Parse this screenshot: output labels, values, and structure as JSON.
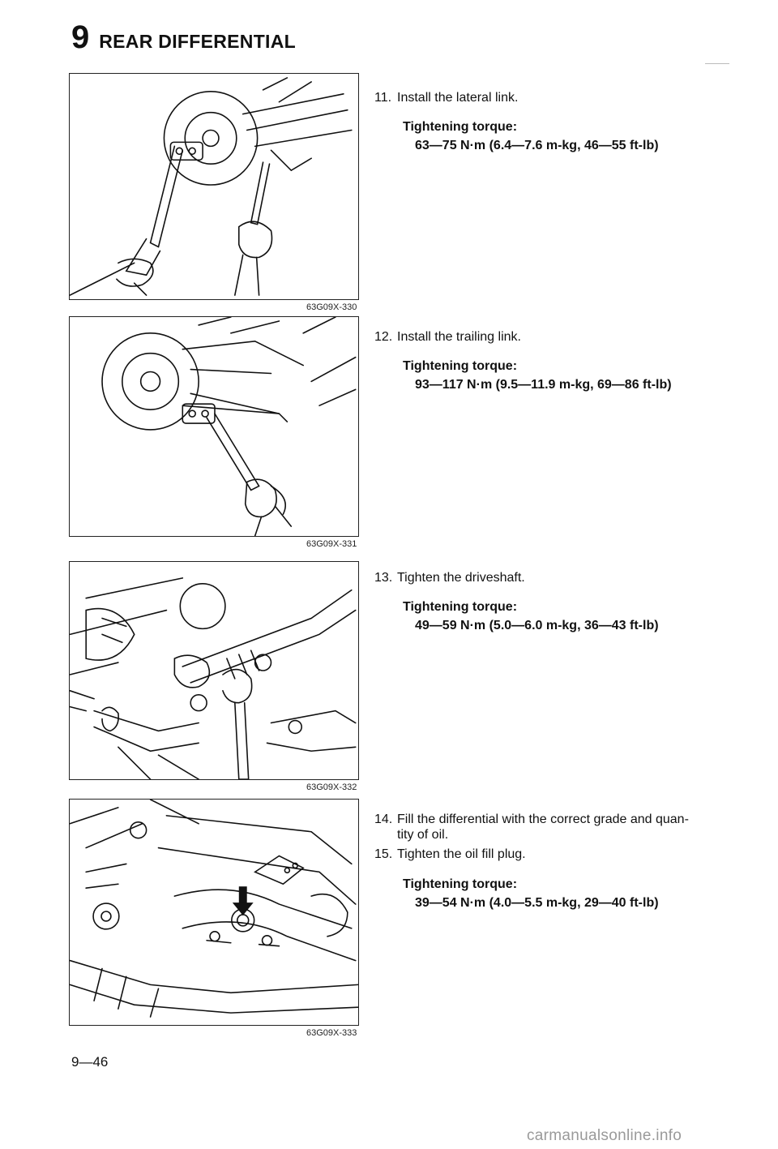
{
  "header": {
    "chapter_number": "9",
    "chapter_title": "REAR DIFFERENTIAL"
  },
  "figures": [
    {
      "code": "63G09X-330"
    },
    {
      "code": "63G09X-331"
    },
    {
      "code": "63G09X-332"
    },
    {
      "code": "63G09X-333"
    }
  ],
  "steps": [
    {
      "number": "11.",
      "text": "Install the lateral link.",
      "torque_label": "Tightening torque:",
      "torque_value": "63—75 N·m (6.4—7.6 m-kg, 46—55 ft-lb)"
    },
    {
      "number": "12.",
      "text": "Install the trailing link.",
      "torque_label": "Tightening torque:",
      "torque_value": "93—117 N·m (9.5—11.9 m-kg, 69—86 ft-lb)"
    },
    {
      "number": "13.",
      "text": "Tighten the driveshaft.",
      "torque_label": "Tightening torque:",
      "torque_value": "49—59 N·m (5.0—6.0 m-kg, 36—43 ft-lb)"
    },
    {
      "number": "14.",
      "text": "Fill the differential with the correct grade and quan-",
      "text_cont": "tity of oil."
    },
    {
      "number": "15.",
      "text": "Tighten the oil fill plug.",
      "torque_label": "Tightening torque:",
      "torque_value": "39—54 N·m (4.0—5.5 m-kg, 29—40 ft-lb)"
    }
  ],
  "page_number": "9—46",
  "watermark": "carmanualsonline.info"
}
